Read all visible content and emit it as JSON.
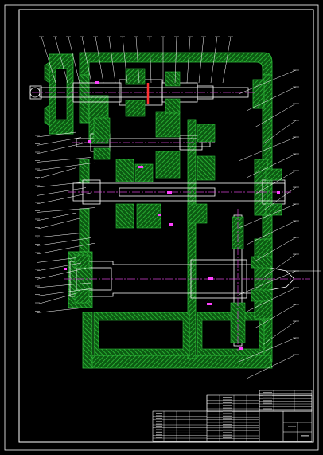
{
  "drawing": {
    "background": "#000000",
    "frame_color": "#ffffff",
    "housing_color": "#2fbf3a",
    "line_color": "#ffffff",
    "shaft_color": "#d040d0",
    "center_line_color": "#ff3030",
    "marker_color": "#ff40ff",
    "leader_count_top": 15,
    "leader_count_left": 22,
    "leader_count_right": 18
  },
  "title_block": {
    "line_color": "#ffffff",
    "text_color": "#8a8a8a"
  }
}
